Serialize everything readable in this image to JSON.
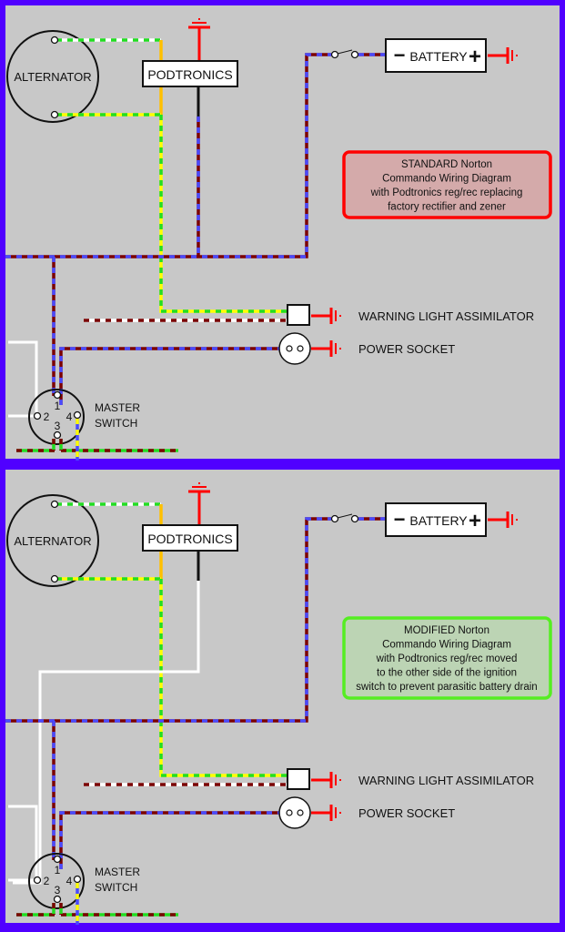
{
  "colors": {
    "frame": "#5000ff",
    "panel_bg": "#c8c8c8",
    "brown": "#7a0000",
    "blue": "#4a4aff",
    "green": "#22dd22",
    "yellow": "#ffff00",
    "white": "#ffffff",
    "orange": "#ffc000",
    "red": "#ff0000",
    "black": "#111111",
    "standard_border": "#ff0000",
    "standard_fill": "#d4aaaa",
    "modified_border": "#55ee22",
    "modified_fill": "#bcd4b4"
  },
  "panels": [
    {
      "id": "standard",
      "alternator_label": "ALTERNATOR",
      "regulator_label": "PODTRONICS",
      "battery_label": "BATTERY",
      "battery_minus": "−",
      "battery_plus": "+",
      "warning_label": "WARNING LIGHT ASSIMILATOR",
      "socket_label": "POWER SOCKET",
      "switch_label_1": "MASTER",
      "switch_label_2": "SWITCH",
      "pin_1": "1",
      "pin_2": "2",
      "pin_3": "3",
      "pin_4": "4",
      "note_lines": [
        "STANDARD Norton",
        "Commando Wiring Diagram",
        "with Podtronics reg/rec replacing",
        "factory rectifier and zener"
      ]
    },
    {
      "id": "modified",
      "alternator_label": "ALTERNATOR",
      "regulator_label": "PODTRONICS",
      "battery_label": "BATTERY",
      "battery_minus": "−",
      "battery_plus": "+",
      "warning_label": "WARNING LIGHT ASSIMILATOR",
      "socket_label": "POWER SOCKET",
      "switch_label_1": "MASTER",
      "switch_label_2": "SWITCH",
      "pin_1": "1",
      "pin_2": "2",
      "pin_3": "3",
      "pin_4": "4",
      "note_lines": [
        "MODIFIED Norton",
        "Commando Wiring Diagram",
        "with Podtronics reg/rec moved",
        "to the other side of the ignition",
        "switch to prevent parasitic battery drain"
      ]
    }
  ]
}
